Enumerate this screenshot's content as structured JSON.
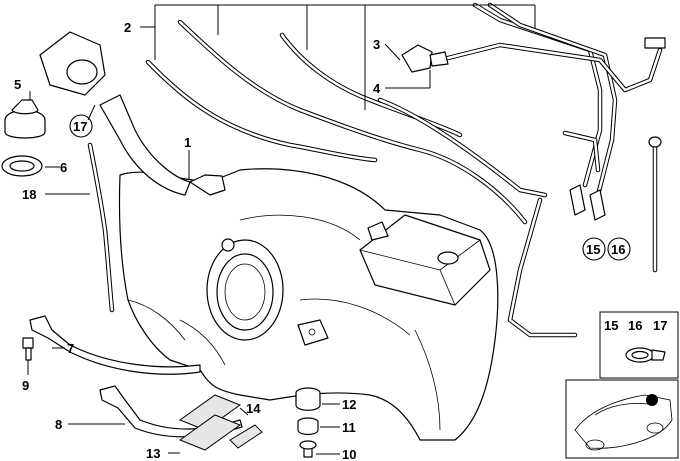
{
  "callouts": {
    "n1": "1",
    "n2": "2",
    "n3": "3",
    "n4": "4",
    "n5": "5",
    "n6": "6",
    "n7": "7",
    "n8": "8",
    "n9": "9",
    "n10": "10",
    "n11": "11",
    "n12": "12",
    "n13": "13",
    "n14": "14",
    "n17": "17",
    "n18": "18",
    "n15": "15",
    "n16": "16"
  },
  "inset": {
    "labels": [
      "15",
      "16",
      "17"
    ]
  }
}
